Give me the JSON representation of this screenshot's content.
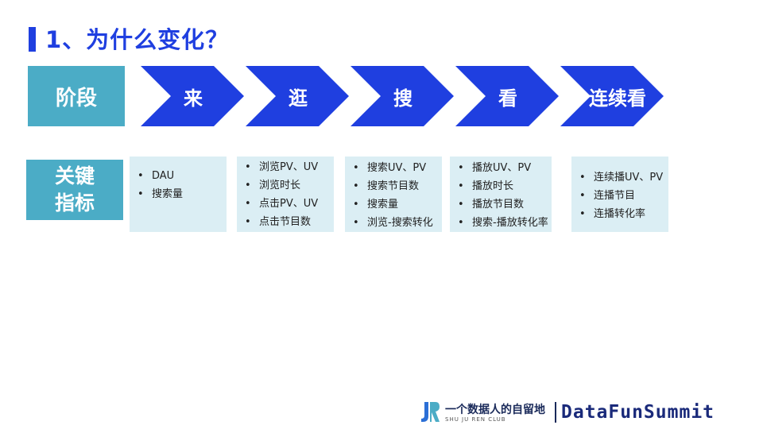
{
  "title": "1、为什么变化？",
  "stage_label": "阶段",
  "stages": [
    "来",
    "逛",
    "搜",
    "看",
    "连续看"
  ],
  "kpi_label": [
    "关键",
    "指标"
  ],
  "kpi_boxes": [
    [
      "DAU",
      "搜索量"
    ],
    [
      "浏览PV、UV",
      "浏览时长",
      "点击PV、UV",
      "点击节目数"
    ],
    [
      "搜索UV、PV",
      "搜索节目数",
      "搜索量",
      "浏览-搜索转化"
    ],
    [
      "播放UV、PV",
      "播放时长",
      "播放节目数",
      "搜索-播放转化率"
    ],
    [
      "连续播UV、PV",
      "连播节目",
      "连播转化率"
    ]
  ],
  "footer": {
    "logo_cn": "一个数据人的自留地",
    "logo_en": "SHU JU REN CLUB",
    "brand": "DataFunSummit"
  },
  "colors": {
    "title_blue": "#1f3fe0",
    "chevron_blue": "#1f3fe0",
    "label_teal": "#4bacc6",
    "box_bg": "#dbeef4"
  }
}
